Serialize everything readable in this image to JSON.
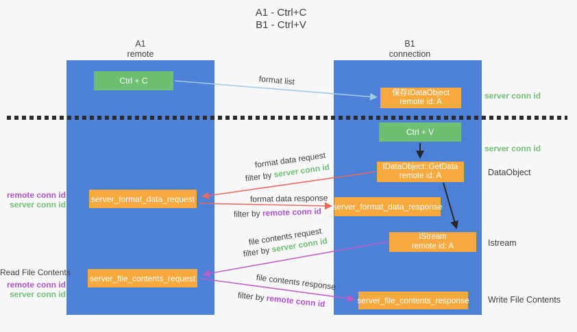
{
  "title": {
    "line1": "A1 - Ctrl+C",
    "line2": "B1 - Ctrl+V"
  },
  "lanes": {
    "left": {
      "name": "A1",
      "subtitle": "remote"
    },
    "right": {
      "name": "B1",
      "subtitle": "connection"
    }
  },
  "nodes": {
    "ctrl_c": {
      "label": "Ctrl + C"
    },
    "ctrl_v": {
      "label": "Ctrl + V"
    },
    "save_dataobject": {
      "line1": "保存IDataObject",
      "line2": "remote id: A"
    },
    "getdata": {
      "line1": "IDataObject::GetData",
      "line2": "remote id: A"
    },
    "istream": {
      "line1": "IStream",
      "line2": "remote id: A"
    },
    "format_request": {
      "label": "server_format_data_request"
    },
    "format_response": {
      "label": "server_format_data_response"
    },
    "file_request": {
      "label": "server_file_contents_request"
    },
    "file_response": {
      "label": "server_file_contents_response"
    }
  },
  "arrow_labels": {
    "format_list": "format list",
    "format_data_request": "format data request",
    "format_data_response": "format data response",
    "file_contents_request": "file contents request",
    "file_contents_response": "file contents response",
    "filter_by": "filter by",
    "server_conn_id": "server conn id",
    "remote_conn_id": "remote conn id"
  },
  "side_labels": {
    "server_conn_id_top": "server conn id",
    "server_conn_id_mid": "server conn id",
    "dataobject": "DataObject",
    "istream": "Istream",
    "read_file_contents": "Read File Contents",
    "write_file_contents": "Write File Contents",
    "remote_conn_id_format": "remote conn id",
    "server_conn_id_format": "server conn id",
    "remote_conn_id_file": "remote conn id",
    "server_conn_id_file": "server conn id"
  },
  "colors": {
    "lane_blue": "#4d81d7",
    "box_green": "#6fbf72",
    "box_orange": "#f8a93e",
    "arrow_light_blue": "#9ecae4",
    "arrow_red": "#e9695e",
    "arrow_magenta": "#c05ec6",
    "arrow_black": "#262626",
    "divider_black": "#2b2b2b",
    "text_green": "#6fbf74",
    "text_purple": "#ae53cc",
    "text_dark": "#3d3d3d"
  }
}
